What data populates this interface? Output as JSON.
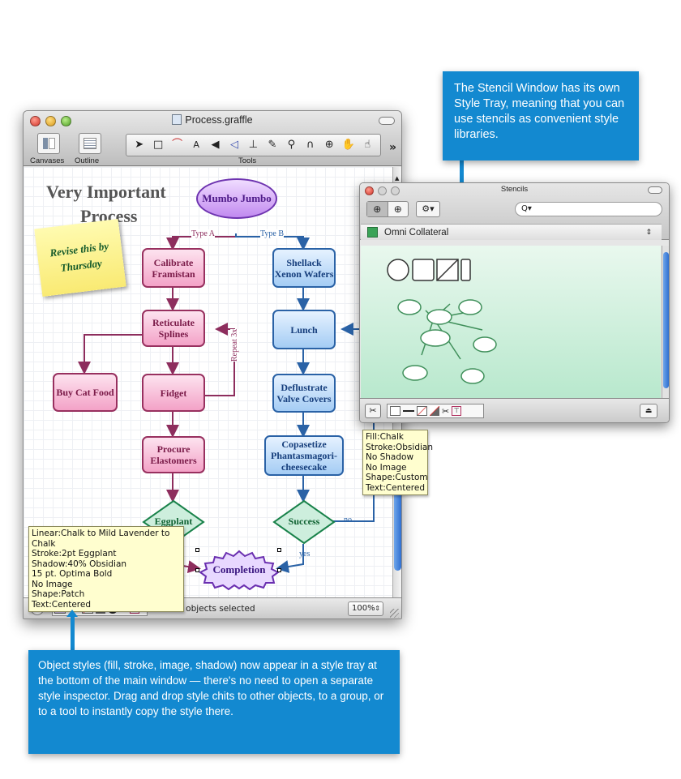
{
  "callouts": {
    "top": "The Stencil Window has its own Style Tray, meaning that you can use stencils as convenient style libraries.",
    "bottom": "Object styles (fill, stroke, image, shadow) now appear in a style tray at the bottom of the main window — there's no need to open a separate style inspector. Drag and drop style chits to other objects, to a group, or to a tool to instantly copy the style there."
  },
  "main_window": {
    "title": "Process.graffle",
    "toolbar": {
      "canvases_label": "Canvases",
      "outline_label": "Outline",
      "tools_label": "Tools",
      "overflow": "»"
    },
    "status": {
      "selection": "1 of 35 objects selected",
      "zoom": "100%"
    }
  },
  "diagram": {
    "heading_line1": "Very Important",
    "heading_line2": "Process",
    "sticky_line1": "Revise this by",
    "sticky_line2": "Thursday",
    "start": "Mumbo Jumbo",
    "branch_a": "Type A",
    "branch_b": "Type B",
    "calibrate": "Calibrate Framistan",
    "reticulate": "Reticulate Splines",
    "buy_cat_food": "Buy Cat Food",
    "fidget": "Fidget",
    "repeat": "Repeat 3x",
    "procure": "Procure Elastomers",
    "eggplant": "Eggplant",
    "shellack": "Shellack Xenon Wafers",
    "lunch": "Lunch",
    "deflustrate": "Deflustrate Valve Covers",
    "copasetize": "Copasetize Phantasmagori-cheesecake",
    "success": "Success",
    "no": "no",
    "yes": "yes",
    "completion": "Completion"
  },
  "main_tooltip": [
    "Linear:Chalk to Mild Lavender to Chalk",
    "Stroke:2pt Eggplant",
    "Shadow:40% Obsidian",
    "15 pt. Optima Bold",
    "No Image",
    "Shape:Patch",
    "Text:Centered"
  ],
  "stencil_window": {
    "title": "Stencils",
    "search_placeholder": "Q▾",
    "library": "Omni Collateral"
  },
  "stencil_tooltip": [
    "Fill:Chalk",
    "Stroke:Obsidian",
    "No Shadow",
    "No Image",
    "Shape:Custom",
    "Text:Centered"
  ],
  "colors": {
    "callout": "#1389d0",
    "pink_stroke": "#98305f",
    "blue_stroke": "#2a62a6",
    "eggplant": "#8d2d5d"
  }
}
